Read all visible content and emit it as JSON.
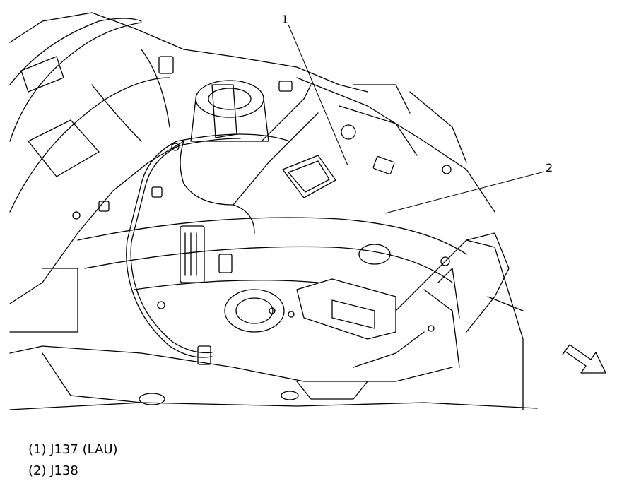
{
  "callouts": [
    {
      "number": "1"
    },
    {
      "number": "2"
    }
  ],
  "legend": [
    {
      "text": "(1) J137 (LAU)"
    },
    {
      "text": "(2) J138"
    }
  ],
  "icons": {
    "orientation_arrow": "front-direction-arrow-icon"
  }
}
